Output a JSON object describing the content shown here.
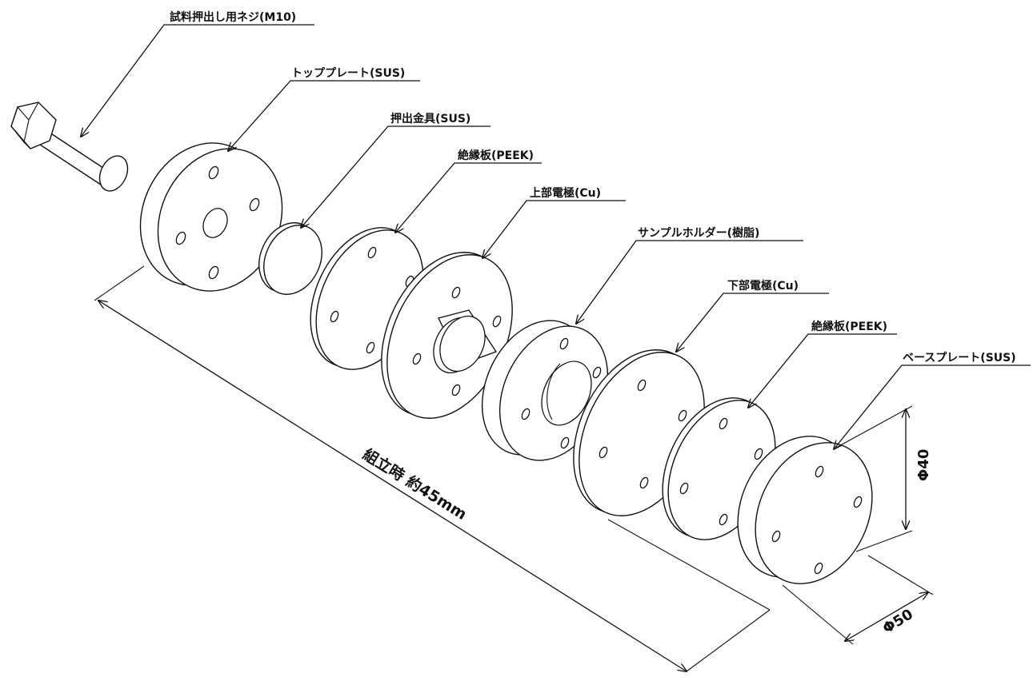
{
  "labels": {
    "screw": "試料押出し用ネジ(M10)",
    "top_plate": "トッププレート(SUS)",
    "pusher": "押出金具(SUS)",
    "insulator_top": "絶縁板(PEEK)",
    "upper_electrode": "上部電極(Cu)",
    "sample_holder": "サンプルホルダー(樹脂)",
    "lower_electrode": "下部電極(Cu)",
    "insulator_bottom": "絶縁板(PEEK)",
    "base_plate": "ベースプレート(SUS)"
  },
  "dimensions": {
    "assembled_length": "組立時 約45mm",
    "inner_diameter": "Φ40",
    "outer_diameter": "Φ50"
  }
}
